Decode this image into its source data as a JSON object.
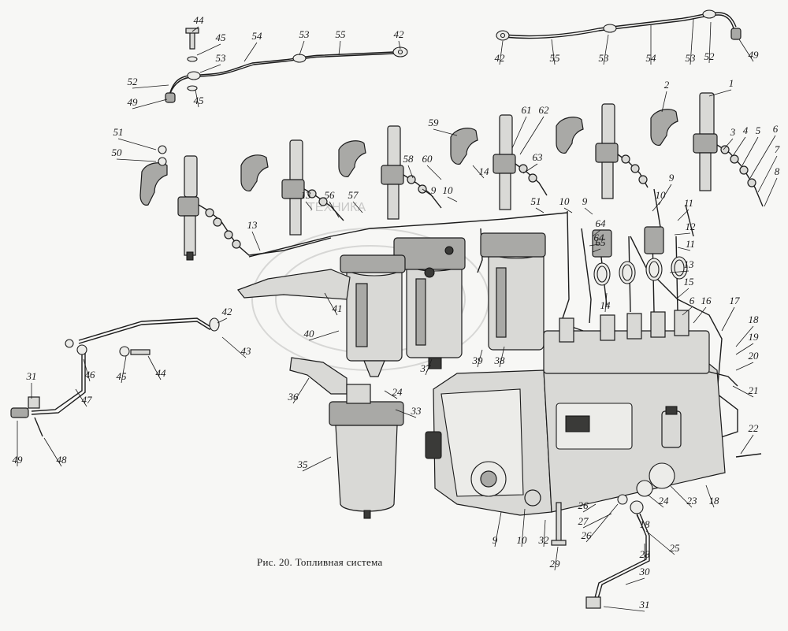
{
  "caption": "Рис. 20. Топливная система",
  "watermark": "ТЕХНИКА",
  "callouts": [
    {
      "id": "44",
      "text": "44"
    },
    {
      "id": "45",
      "text": "45"
    },
    {
      "id": "54",
      "text": "54"
    },
    {
      "id": "53",
      "text": "53"
    },
    {
      "id": "55",
      "text": "55"
    },
    {
      "id": "42",
      "text": "42"
    },
    {
      "id": "53",
      "text": "53"
    },
    {
      "id": "52",
      "text": "52"
    },
    {
      "id": "49",
      "text": "49"
    },
    {
      "id": "45",
      "text": "45"
    },
    {
      "id": "42",
      "text": "42"
    },
    {
      "id": "55",
      "text": "55"
    },
    {
      "id": "53",
      "text": "53"
    },
    {
      "id": "54",
      "text": "54"
    },
    {
      "id": "53",
      "text": "53"
    },
    {
      "id": "52",
      "text": "52"
    },
    {
      "id": "49",
      "text": "49"
    },
    {
      "id": "1",
      "text": "1"
    },
    {
      "id": "2",
      "text": "2"
    },
    {
      "id": "3",
      "text": "3"
    },
    {
      "id": "4",
      "text": "4"
    },
    {
      "id": "5",
      "text": "5"
    },
    {
      "id": "6",
      "text": "6"
    },
    {
      "id": "7",
      "text": "7"
    },
    {
      "id": "8",
      "text": "8"
    },
    {
      "id": "51",
      "text": "51"
    },
    {
      "id": "50",
      "text": "50"
    },
    {
      "id": "61",
      "text": "61"
    },
    {
      "id": "62",
      "text": "62"
    },
    {
      "id": "59",
      "text": "59"
    },
    {
      "id": "63",
      "text": "63"
    },
    {
      "id": "58",
      "text": "58"
    },
    {
      "id": "60",
      "text": "60"
    },
    {
      "id": "14",
      "text": "14"
    },
    {
      "id": "9",
      "text": "9"
    },
    {
      "id": "10",
      "text": "10"
    },
    {
      "id": "13",
      "text": "13"
    },
    {
      "id": "56",
      "text": "56"
    },
    {
      "id": "57",
      "text": "57"
    },
    {
      "id": "51",
      "text": "51"
    },
    {
      "id": "10",
      "text": "10"
    },
    {
      "id": "9",
      "text": "9"
    },
    {
      "id": "9",
      "text": "9"
    },
    {
      "id": "10",
      "text": "10"
    },
    {
      "id": "11",
      "text": "11"
    },
    {
      "id": "64",
      "text": "64"
    },
    {
      "id": "65",
      "text": "65"
    },
    {
      "id": "12",
      "text": "12"
    },
    {
      "id": "64",
      "text": "64"
    },
    {
      "id": "11",
      "text": "11"
    },
    {
      "id": "13",
      "text": "13"
    },
    {
      "id": "13",
      "text": "13"
    },
    {
      "id": "15",
      "text": "15"
    },
    {
      "id": "14",
      "text": "14"
    },
    {
      "id": "41",
      "text": "41"
    },
    {
      "id": "40",
      "text": "40"
    },
    {
      "id": "6",
      "text": "6"
    },
    {
      "id": "16",
      "text": "16"
    },
    {
      "id": "17",
      "text": "17"
    },
    {
      "id": "18",
      "text": "18"
    },
    {
      "id": "19",
      "text": "19"
    },
    {
      "id": "20",
      "text": "20"
    },
    {
      "id": "42",
      "text": "42"
    },
    {
      "id": "43",
      "text": "43"
    },
    {
      "id": "46",
      "text": "46"
    },
    {
      "id": "45",
      "text": "45"
    },
    {
      "id": "44",
      "text": "44"
    },
    {
      "id": "47",
      "text": "47"
    },
    {
      "id": "37",
      "text": "37"
    },
    {
      "id": "39",
      "text": "39"
    },
    {
      "id": "38",
      "text": "38"
    },
    {
      "id": "36",
      "text": "36"
    },
    {
      "id": "31",
      "text": "31"
    },
    {
      "id": "49",
      "text": "49"
    },
    {
      "id": "48",
      "text": "48"
    },
    {
      "id": "24",
      "text": "24"
    },
    {
      "id": "33",
      "text": "33"
    },
    {
      "id": "21",
      "text": "21"
    },
    {
      "id": "22",
      "text": "22"
    },
    {
      "id": "35",
      "text": "35"
    },
    {
      "id": "23",
      "text": "23"
    },
    {
      "id": "18",
      "text": "18"
    },
    {
      "id": "24",
      "text": "24"
    },
    {
      "id": "26",
      "text": "26"
    },
    {
      "id": "27",
      "text": "27"
    },
    {
      "id": "18",
      "text": "18"
    },
    {
      "id": "9",
      "text": "9"
    },
    {
      "id": "10",
      "text": "10"
    },
    {
      "id": "32",
      "text": "32"
    },
    {
      "id": "25",
      "text": "25"
    },
    {
      "id": "26",
      "text": "26"
    },
    {
      "id": "28",
      "text": "28"
    },
    {
      "id": "29",
      "text": "29"
    },
    {
      "id": "30",
      "text": "30"
    },
    {
      "id": "31",
      "text": "31"
    }
  ]
}
